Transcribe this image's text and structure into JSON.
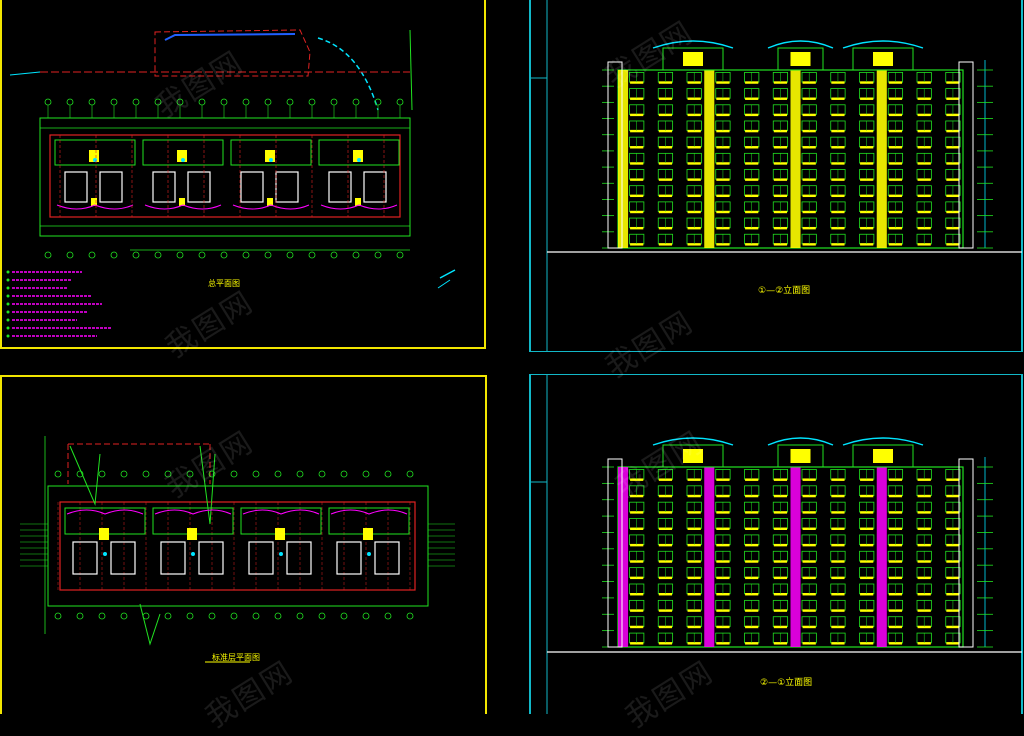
{
  "drawing": {
    "colors": {
      "border_yellow": "#f2e600",
      "border_cyan": "#12b8c8",
      "wall_green": "#21e321",
      "grid_red": "#e02222",
      "accent_magenta": "#ff00ff",
      "accent_cyan": "#00e5ff",
      "fill_yellow": "#ffff00",
      "accent_blue": "#2060ff",
      "background": "#000000"
    },
    "sheets": [
      {
        "id": "site-plan",
        "title": "总平面图"
      },
      {
        "id": "front-elevation",
        "title": "①—②立面图"
      },
      {
        "id": "floor-plan",
        "title": "标准层平面图"
      },
      {
        "id": "back-elevation",
        "title": "②—①立面图"
      }
    ],
    "watermark": "我图网"
  }
}
